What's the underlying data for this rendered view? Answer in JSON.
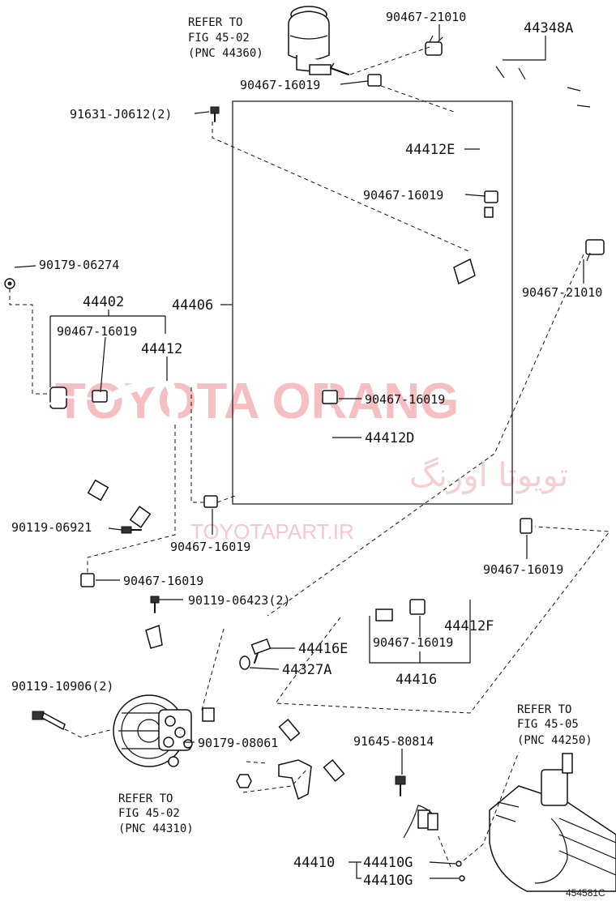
{
  "watermark": {
    "brand": "TOYOTA ORANG",
    "persian": "تویوتا اورنگ",
    "site": "TOYOTAPART.IR"
  },
  "references": {
    "reservoir": {
      "line1": "REFER TO",
      "line2": "FIG 45-02",
      "line3": "(PNC 44360)"
    },
    "pump": {
      "line1": "REFER TO",
      "line2": "FIG 45-02",
      "line3": "(PNC 44310)"
    },
    "gear": {
      "line1": "REFER TO",
      "line2": "FIG 45-05",
      "line3": "(PNC 44250)"
    }
  },
  "labels": {
    "clip_top": "90467-21010",
    "hose_44348a": "44348A",
    "clip_16019_top": "90467-16019",
    "bolt_j0612": "91631-J0612(2)",
    "hose_44412e": "44412E",
    "clip_16019_e": "90467-16019",
    "clip_21010_right": "90467-21010",
    "nut_06274": "90179-06274",
    "assy_44402": "44402",
    "assy_44406": "44406",
    "clip_16019_left": "90467-16019",
    "hose_44412": "44412",
    "clip_16019_mid": "90467-16019",
    "hose_44412d": "44412D",
    "bolt_06921": "90119-06921",
    "clip_16019_low": "90467-16019",
    "clip_16019_rt": "90467-16019",
    "clip_16019_pipe": "90467-16019",
    "bolt_06423": "90119-06423(2)",
    "hose_44412f": "44412F",
    "union_44416e": "44416E",
    "clip_16019_f": "90467-16019",
    "gasket_44327a": "44327A",
    "assy_44416": "44416",
    "bolt_10906": "90119-10906(2)",
    "nut_08061": "90179-08061",
    "bolt_80814": "91645-80814",
    "assy_44410": "44410",
    "tube_44410g_1": "44410G",
    "tube_44410g_2": "44410G"
  },
  "figure_code": "454581C"
}
